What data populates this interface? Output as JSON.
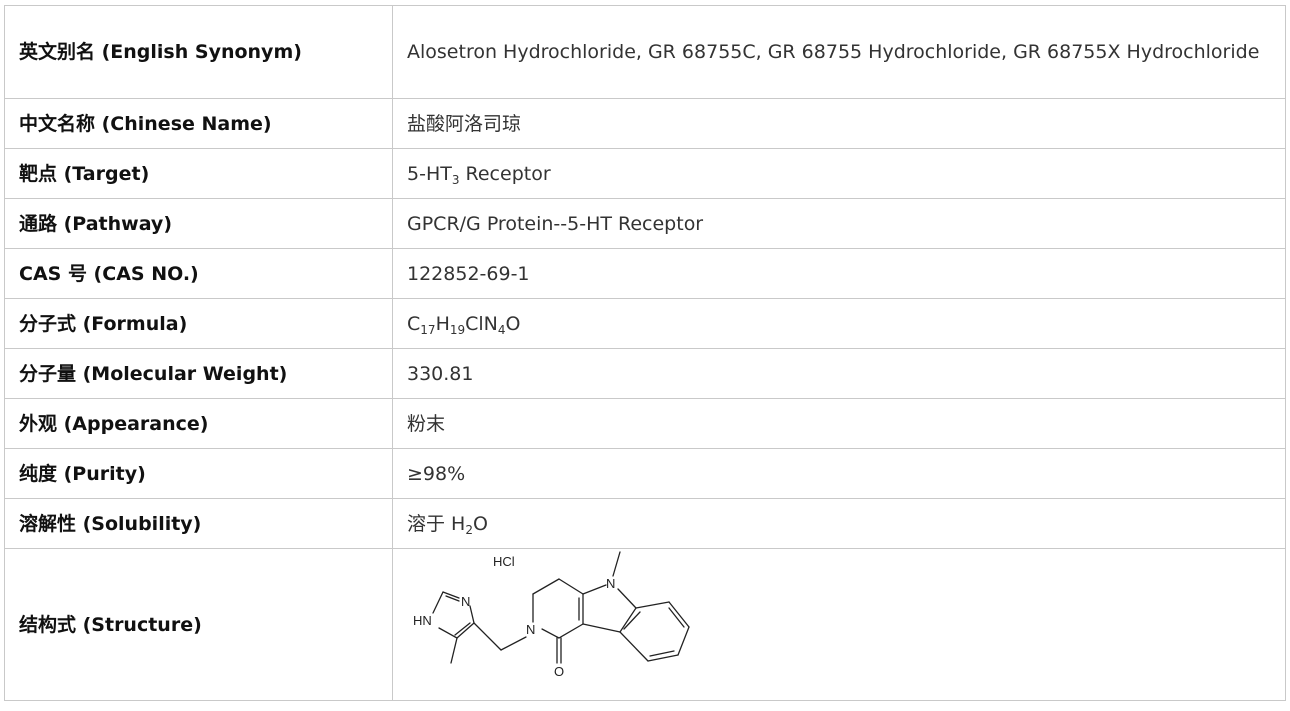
{
  "rows": {
    "synonym": {
      "label": "英文别名 (English Synonym)",
      "value": "Alosetron Hydrochloride, GR 68755C, GR 68755 Hydrochloride, GR 68755X Hydrochloride"
    },
    "chinese": {
      "label": "中文名称 (Chinese Name)",
      "value": "盐酸阿洛司琼"
    },
    "target": {
      "label": "靶点 (Target)",
      "value_prefix": "5-HT",
      "value_sub": "3",
      "value_suffix": " Receptor"
    },
    "pathway": {
      "label": "通路 (Pathway)",
      "value": "GPCR/G Protein--5-HT Receptor"
    },
    "cas": {
      "label": "CAS 号 (CAS NO.)",
      "value": "122852-69-1"
    },
    "formula": {
      "label": "分子式 (Formula)",
      "parts": [
        "C",
        "17",
        "H",
        "19",
        "ClN",
        "4",
        "O"
      ]
    },
    "mw": {
      "label": "分子量 (Molecular Weight)",
      "value": "330.81"
    },
    "appearance": {
      "label": "外观 (Appearance)",
      "value": "粉末"
    },
    "purity": {
      "label": "纯度 (Purity)",
      "value": "≥98%"
    },
    "solubility": {
      "label": "溶解性 (Solubility)",
      "value_prefix": "溶于 H",
      "value_sub": "2",
      "value_suffix": "O"
    },
    "structure": {
      "label": "结构式 (Structure)",
      "atoms": {
        "hcl": "HCl",
        "hn": "HN",
        "n_imid": "N",
        "n_ring": "N",
        "n_indole": "N",
        "o": "O"
      }
    }
  },
  "colors": {
    "border": "#c9c9c9",
    "formula": "#5a2a20"
  }
}
